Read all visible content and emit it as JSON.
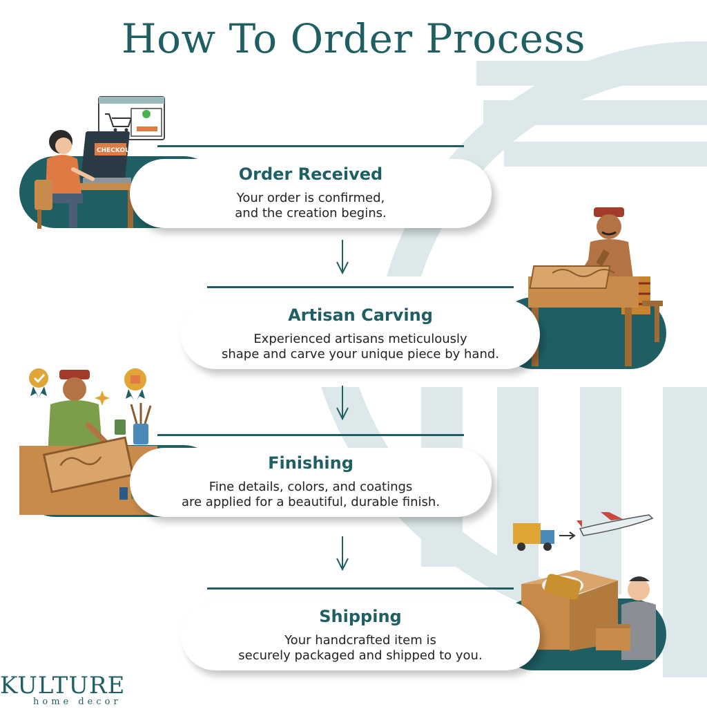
{
  "title": "How To Order Process",
  "steps": [
    {
      "title": "Order Received",
      "line1": "Your order is confirmed,",
      "line2": "and the creation begins."
    },
    {
      "title": "Artisan Carving",
      "line1": "Experienced artisans meticulously",
      "line2": "shape and carve your unique piece by hand."
    },
    {
      "title": "Finishing",
      "line1": "Fine details, colors, and coatings",
      "line2": "are applied for a beautiful, durable finish."
    },
    {
      "title": "Shipping",
      "line1": "Your handcrafted item is",
      "line2": "securely packaged and shipped to you."
    }
  ],
  "illustrations": {
    "checkout_label": "CHECKOUT"
  },
  "brand": {
    "name": "KULTURE",
    "tagline": "home decor"
  },
  "colors": {
    "teal": "#1f5f63",
    "pale_teal": "#dbe7e8",
    "wood": "#c98b4a",
    "orange": "#e07a45"
  },
  "icons": [
    "arrow-down-icon",
    "cart-icon",
    "check-icon",
    "truck-icon",
    "airplane-icon",
    "box-icon",
    "brush-icon",
    "badge-icon"
  ]
}
